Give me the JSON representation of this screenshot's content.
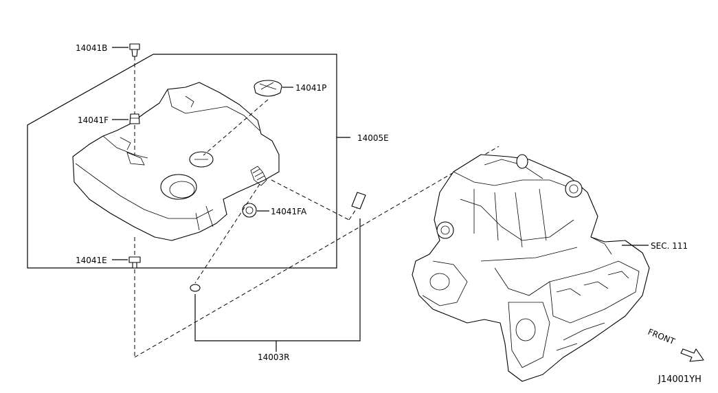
{
  "labels": {
    "p14041B": "14041B",
    "p14041F": "14041F",
    "p14041E": "14041E",
    "p14041P": "14041P",
    "p14005E": "14005E",
    "p14041FA": "14041FA",
    "p14003R": "14003R",
    "sec": "SEC. 111",
    "front": "FRONT",
    "diagram_code": "J14001YH"
  }
}
